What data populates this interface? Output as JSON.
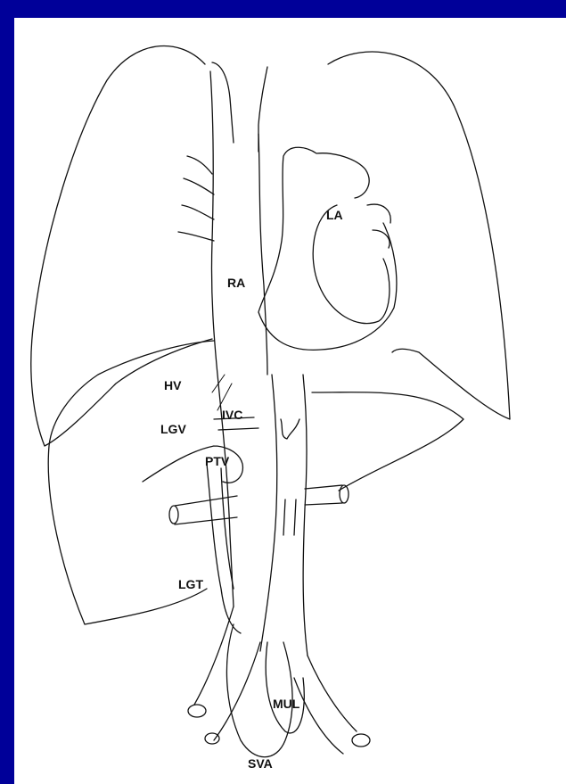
{
  "diagram": {
    "labels": {
      "ra": "RA",
      "la": "LA",
      "hv": "HV",
      "lgv": "LGV",
      "ivc": "IVC",
      "ptv": "PTV",
      "lgt": "LGT",
      "mul": "MUL",
      "sva": "SVA"
    }
  },
  "colors": {
    "slide_background": "#000099",
    "panel_background": "#ffffff",
    "line": "#111111"
  }
}
